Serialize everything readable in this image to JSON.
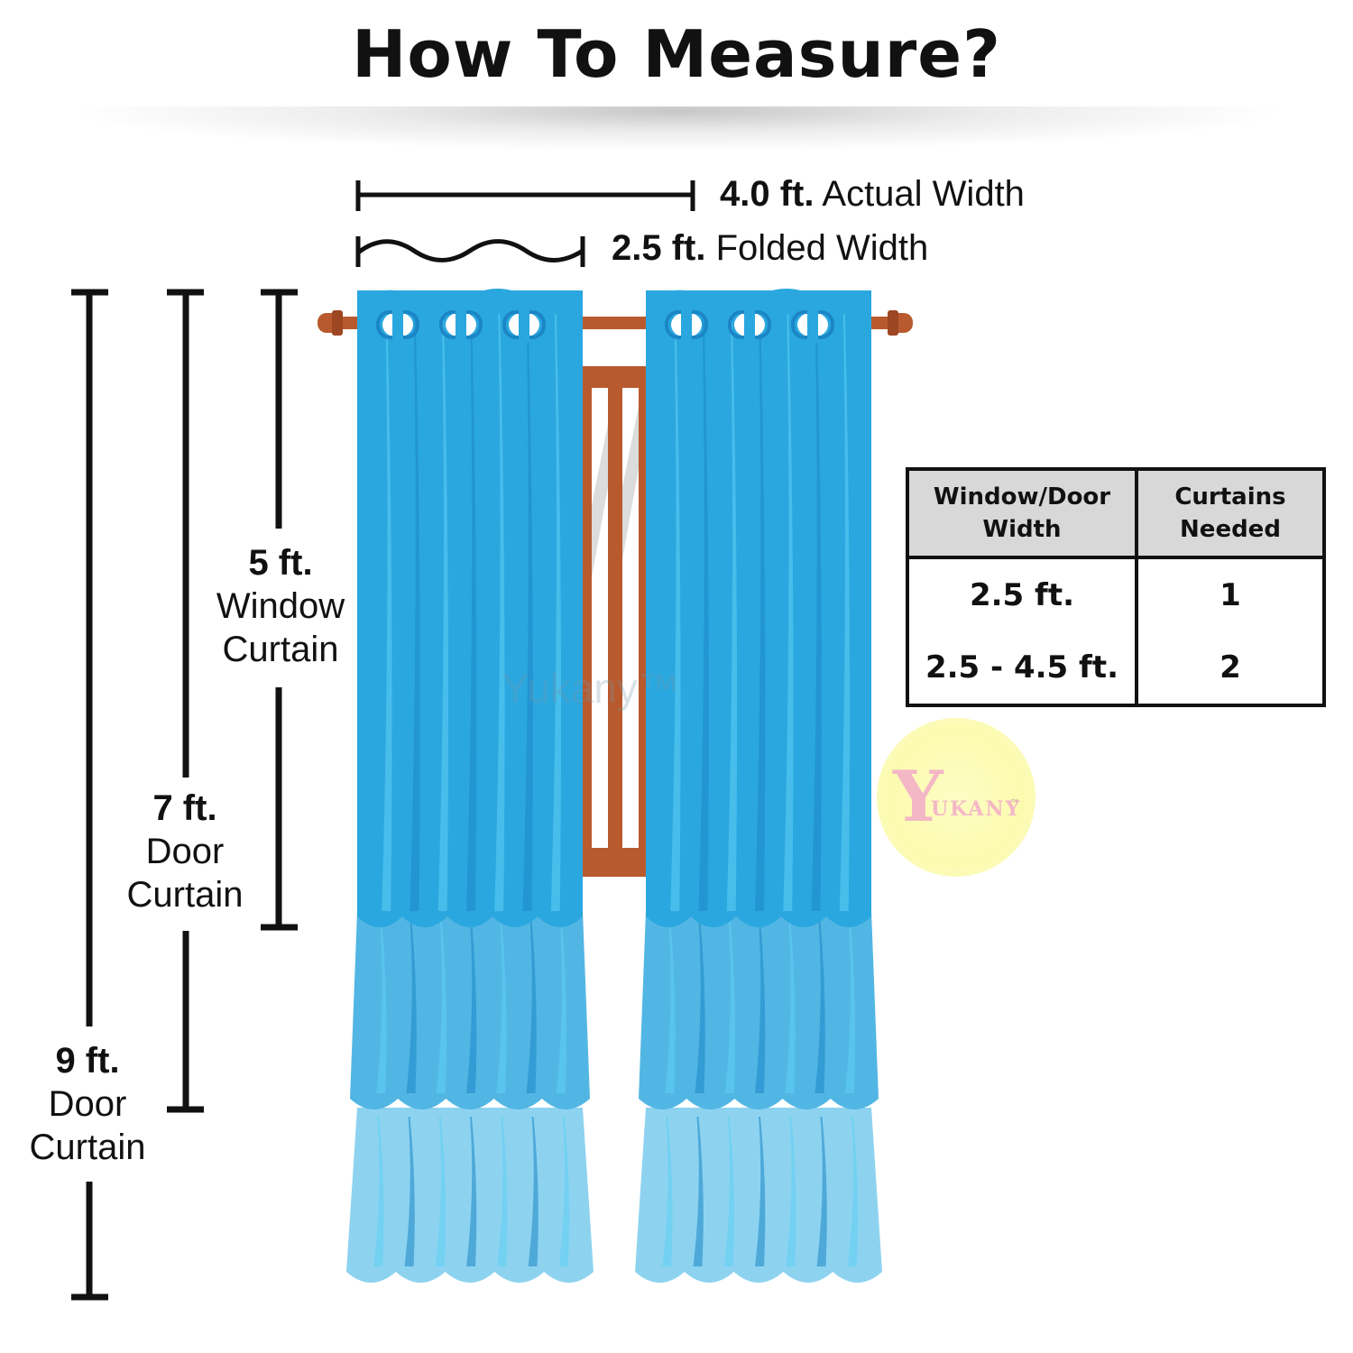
{
  "title": "How To Measure?",
  "width_labels": {
    "actual": {
      "value": "4.0 ft.",
      "text": "Actual Width"
    },
    "folded": {
      "value": "2.5 ft.",
      "text": "Folded Width"
    }
  },
  "height_labels": [
    {
      "value": "5 ft.",
      "line1": "Window",
      "line2": "Curtain"
    },
    {
      "value": "7 ft.",
      "line1": "Door",
      "line2": "Curtain"
    },
    {
      "value": "9 ft.",
      "line1": "Door",
      "line2": "Curtain"
    }
  ],
  "table": {
    "headers": [
      {
        "line1": "Window/Door",
        "line2": "Width"
      },
      {
        "line1": "Curtains",
        "line2": "Needed"
      }
    ],
    "rows": [
      {
        "width": "2.5 ft.",
        "count": "1"
      },
      {
        "width": "2.5 - 4.5 ft.",
        "count": "2"
      }
    ]
  },
  "watermark": "Yukany™",
  "logo": {
    "initial": "Y",
    "rest": "UKANY",
    "tm": "™"
  },
  "colors": {
    "curtain_top": "#2aa7df",
    "curtain_mid": "#52b6e4",
    "curtain_bottom": "#8dd3f0",
    "fold_dark": "#1b86c6",
    "fold_light": "#5fd0f4",
    "rod": "#b85a2e",
    "ink": "#111111"
  }
}
